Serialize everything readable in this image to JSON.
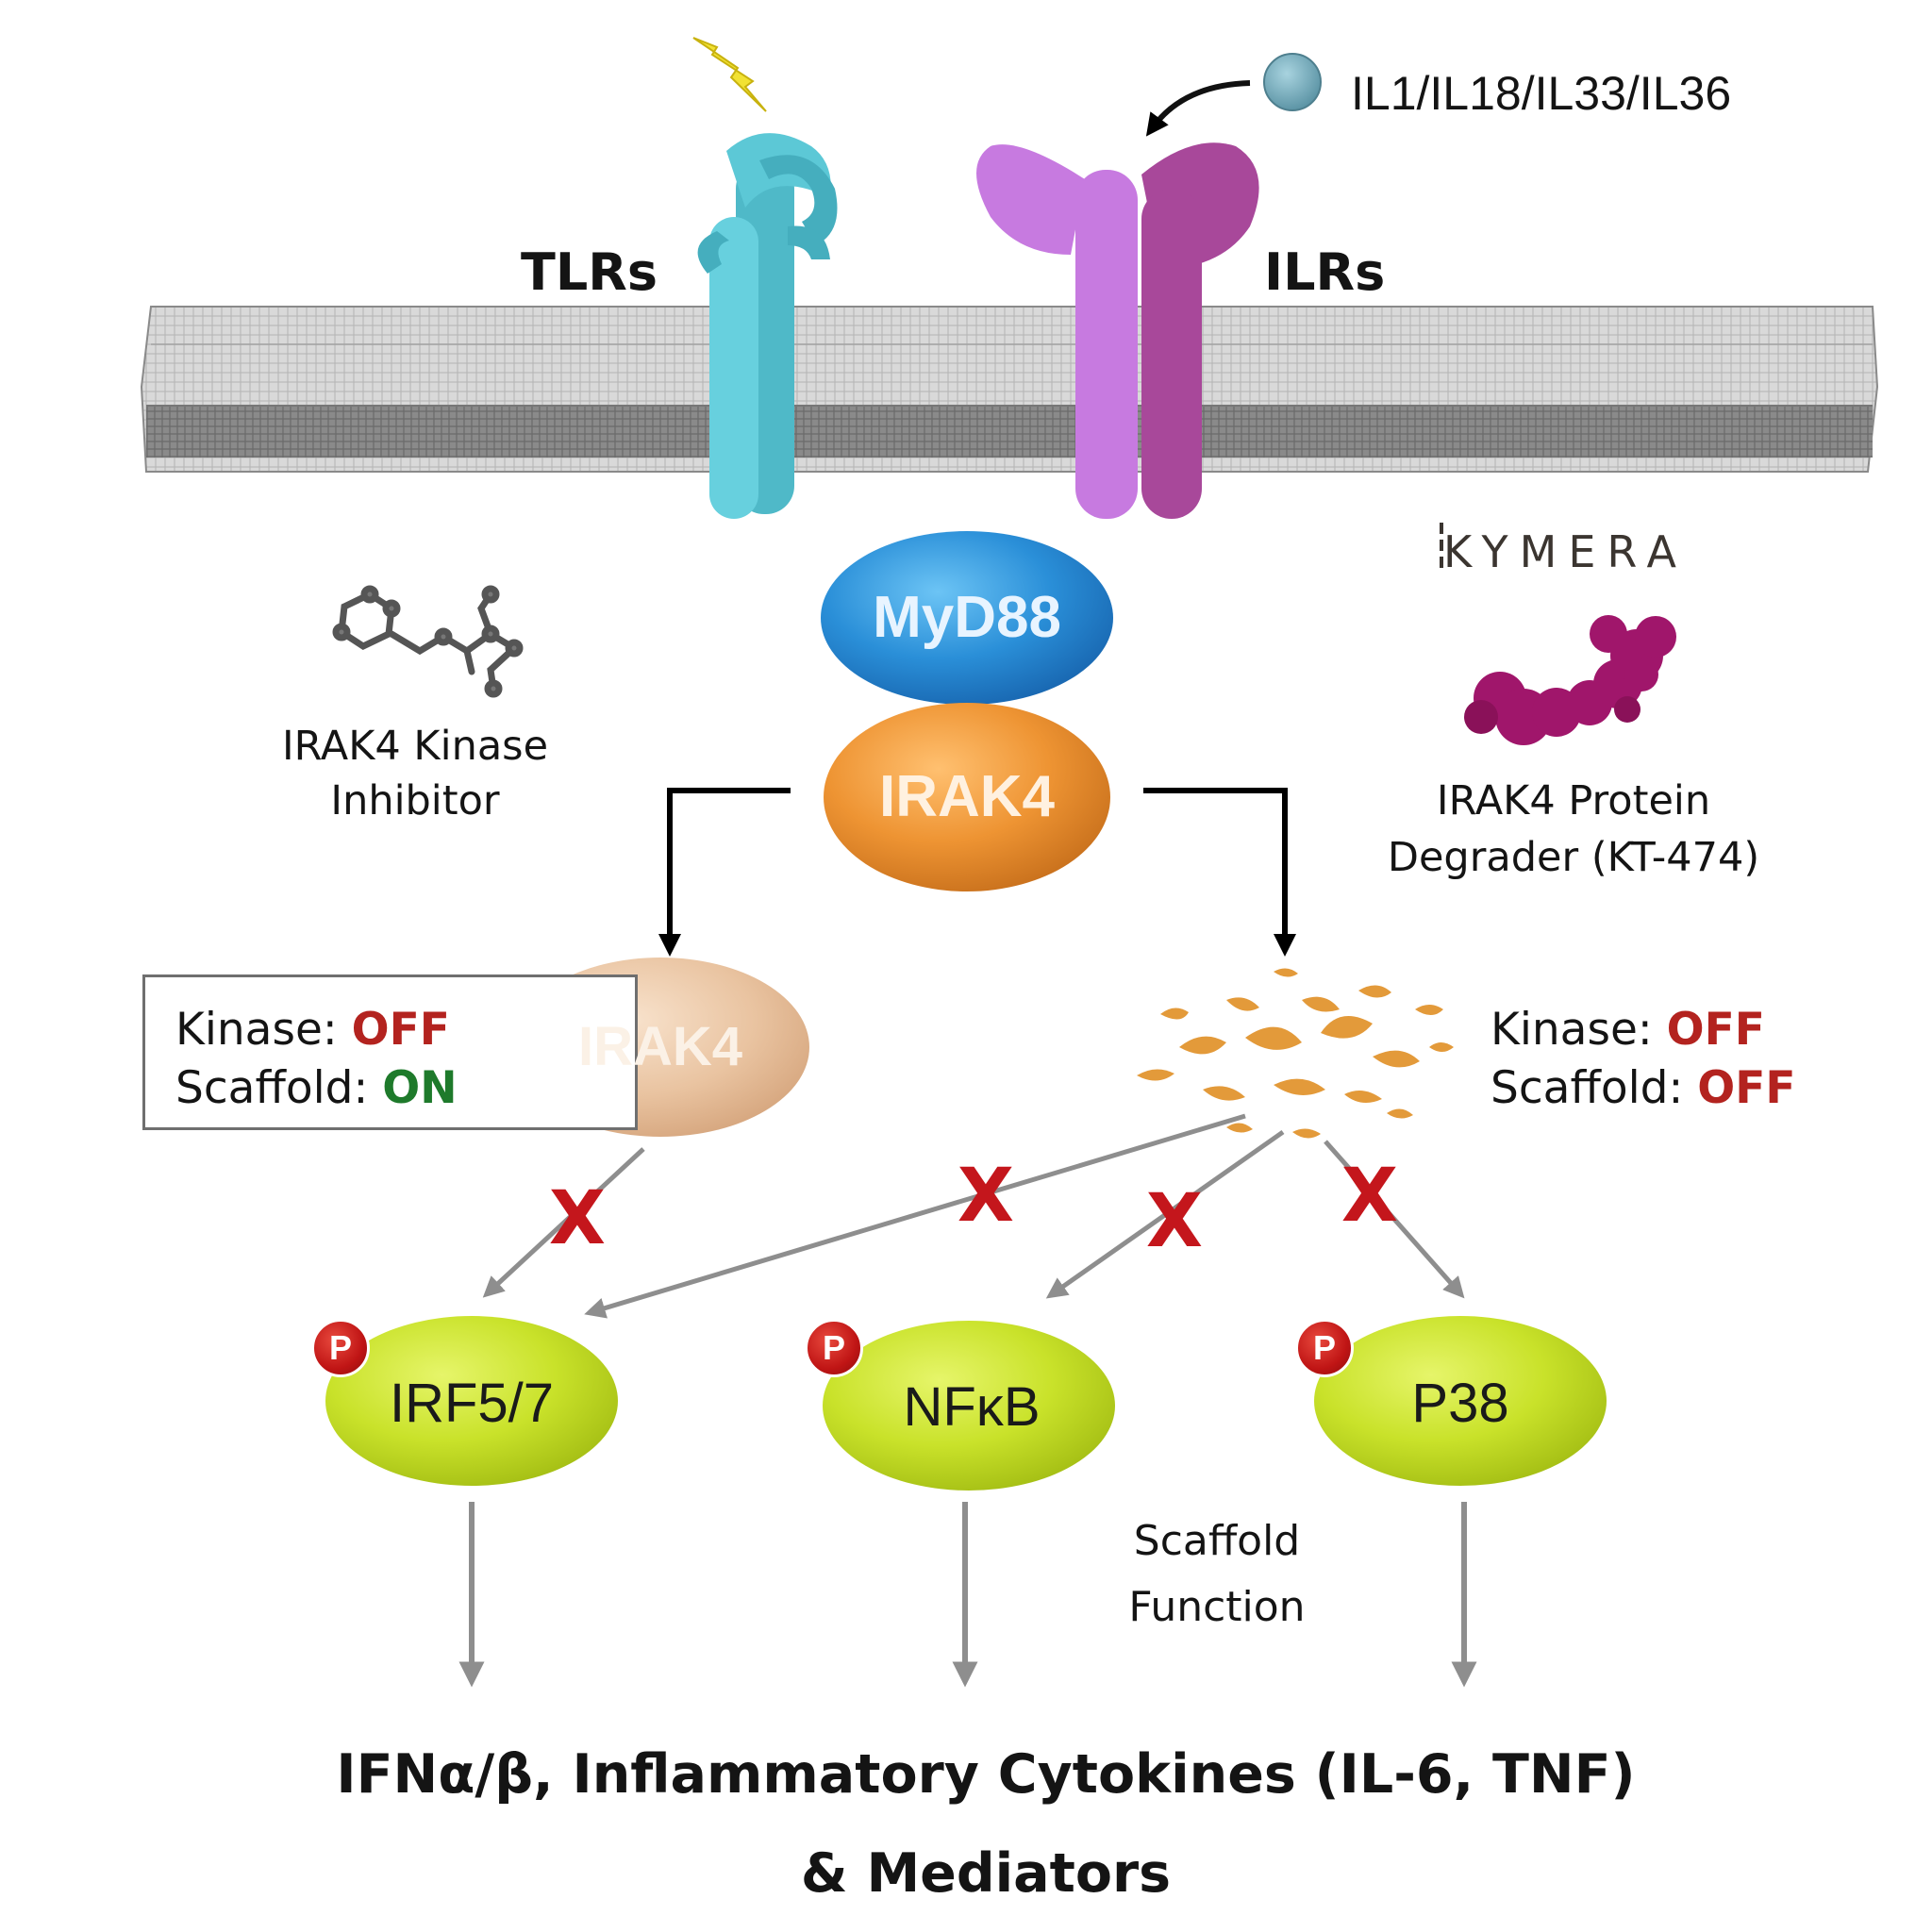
{
  "receptors": {
    "tlr_label": "TLRs",
    "ilr_label": "ILRs",
    "ligand_label": "IL1/IL18/IL33/IL36"
  },
  "nodes": {
    "myd88": "MyD88",
    "irak4_top": "IRAK4",
    "irak4_inhibited": "IRAK4"
  },
  "inhibitor": {
    "label_line1": "IRAK4 Kinase",
    "label_line2": "Inhibitor",
    "status_kinase_label": "Kinase:",
    "status_kinase_value": "OFF",
    "status_scaffold_label": "Scaffold:",
    "status_scaffold_value": "ON"
  },
  "degrader": {
    "brand": "KYMERA",
    "label_line1": "IRAK4 Protein",
    "label_line2": "Degrader (KT-474)",
    "status_kinase_label": "Kinase:",
    "status_kinase_value": "OFF",
    "status_scaffold_label": "Scaffold:",
    "status_scaffold_value": "OFF"
  },
  "blocked_mark": "X",
  "phospho_badge": "P",
  "transcription_factors": [
    "IRF5/7",
    "NFκB",
    "P38"
  ],
  "scaffold_note": {
    "line1": "Scaffold",
    "line2": "Function"
  },
  "output": {
    "line1": "IFNα/β, Inflammatory Cytokines (IL-6, TNF)",
    "line2": "& Mediators"
  },
  "colors": {
    "tlr": "#5cc8d6",
    "ilr_left": "#c77ae0",
    "ilr_right": "#a8489a",
    "ligand": "#6fa8b8",
    "myd88": "#2a8fd8",
    "irak4": "#ee9433",
    "irak4_inhibited": "#e9c3a0",
    "tf": "#c9e22a",
    "off": "#b3231f",
    "on": "#1e7a2b",
    "degrader_molecule": "#a0166b",
    "blocked_x": "#c4161c"
  }
}
